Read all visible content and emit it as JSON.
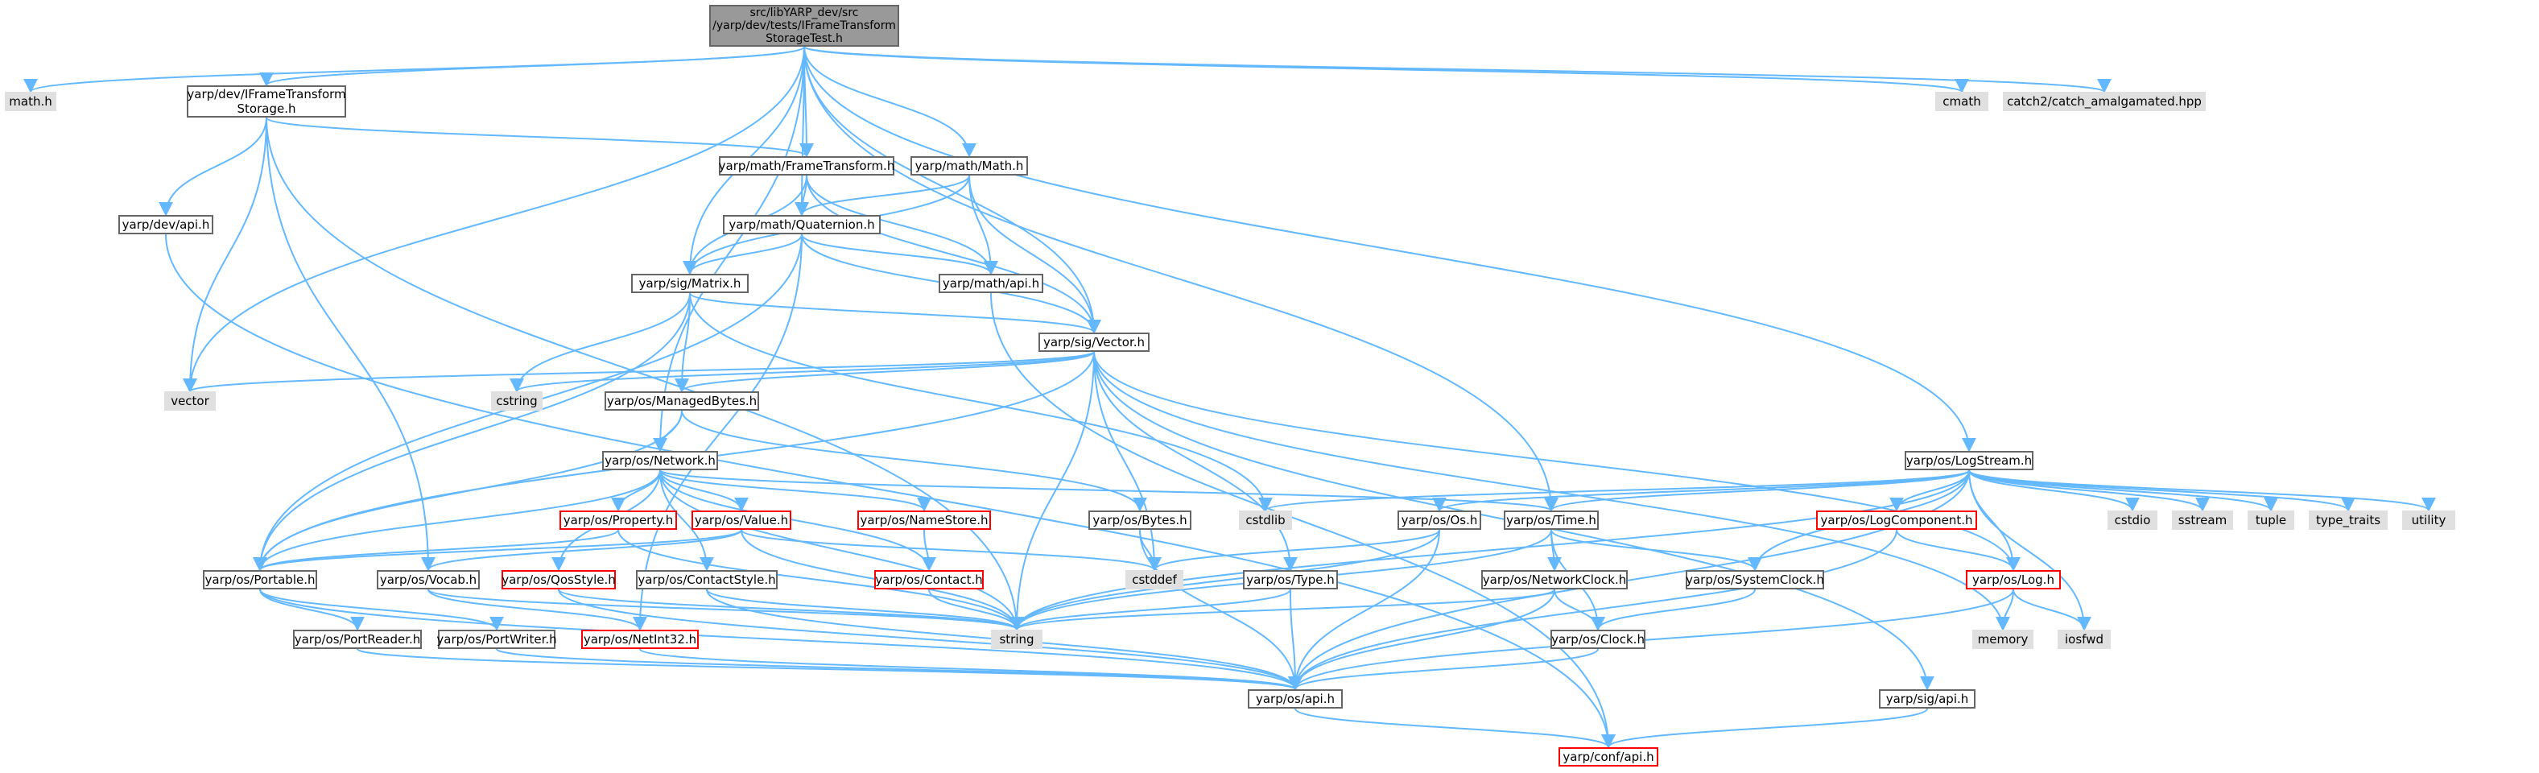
{
  "diagram": {
    "edge_color": "#63b8ff",
    "node_border_color": "#666666",
    "missing_border_color": "#ff0000",
    "external_fill_color": "#e0e0e0",
    "root_fill_color": "#999999"
  },
  "nodes": {
    "root": "src/libYARP_dev/src\n/yarp/dev/tests/IFrameTransform\nStorageTest.h",
    "math_h": "math.h",
    "ifts_h": "yarp/dev/IFrameTransform\nStorage.h",
    "frametransform_h": "yarp/math/FrameTransform.h",
    "math_math_h": "yarp/math/Math.h",
    "cmath": "cmath",
    "catch2": "catch2/catch_amalgamated.hpp",
    "dev_api_h": "yarp/dev/api.h",
    "quaternion_h": "yarp/math/Quaternion.h",
    "math_api_h": "yarp/math/api.h",
    "matrix_h": "yarp/sig/Matrix.h",
    "vector_h": "yarp/sig/Vector.h",
    "vector": "vector",
    "cstring": "cstring",
    "managedbytes_h": "yarp/os/ManagedBytes.h",
    "network_h": "yarp/os/Network.h",
    "logstream_h": "yarp/os/LogStream.h",
    "cstdlib": "cstdlib",
    "property_h": "yarp/os/Property.h",
    "value_h": "yarp/os/Value.h",
    "namestore_h": "yarp/os/NameStore.h",
    "bytes_h": "yarp/os/Bytes.h",
    "os_h": "yarp/os/Os.h",
    "time_h": "yarp/os/Time.h",
    "logcomponent_h": "yarp/os/LogComponent.h",
    "cstdio": "cstdio",
    "sstream": "sstream",
    "tuple": "tuple",
    "type_traits": "type_traits",
    "utility": "utility",
    "portable_h": "yarp/os/Portable.h",
    "vocab_h": "yarp/os/Vocab.h",
    "qosstyle_h": "yarp/os/QosStyle.h",
    "contactstyle_h": "yarp/os/ContactStyle.h",
    "contact_h": "yarp/os/Contact.h",
    "cstddef": "cstddef",
    "type_h": "yarp/os/Type.h",
    "networkclock_h": "yarp/os/NetworkClock.h",
    "systemclock_h": "yarp/os/SystemClock.h",
    "log_h": "yarp/os/Log.h",
    "portreader_h": "yarp/os/PortReader.h",
    "portwriter_h": "yarp/os/PortWriter.h",
    "netint32_h": "yarp/os/NetInt32.h",
    "string": "string",
    "clock_h": "yarp/os/Clock.h",
    "memory": "memory",
    "iosfwd": "iosfwd",
    "os_api_h": "yarp/os/api.h",
    "sig_api_h": "yarp/sig/api.h",
    "conf_api_h": "yarp/conf/api.h"
  }
}
